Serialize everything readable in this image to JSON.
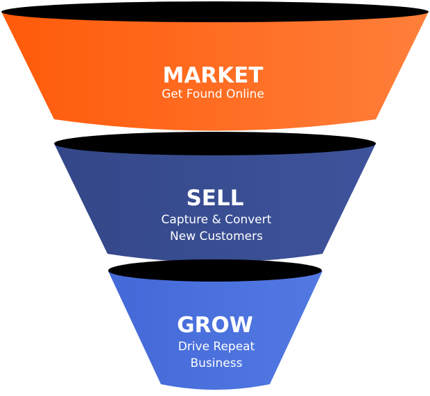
{
  "funnel": {
    "stages": [
      {
        "title": "MARKET",
        "lines": [
          "Get Found Online"
        ],
        "color_left": "#ff5a0a",
        "color_right": "#ff7f3a"
      },
      {
        "title": "SELL",
        "lines": [
          "Capture & Convert",
          "New Customers"
        ],
        "color_left": "#334788",
        "color_right": "#3e539b"
      },
      {
        "title": "GROW",
        "lines": [
          "Drive Repeat",
          "Business"
        ],
        "color_left": "#4469d8",
        "color_right": "#5279e2"
      }
    ],
    "rim_color": "#000000"
  }
}
